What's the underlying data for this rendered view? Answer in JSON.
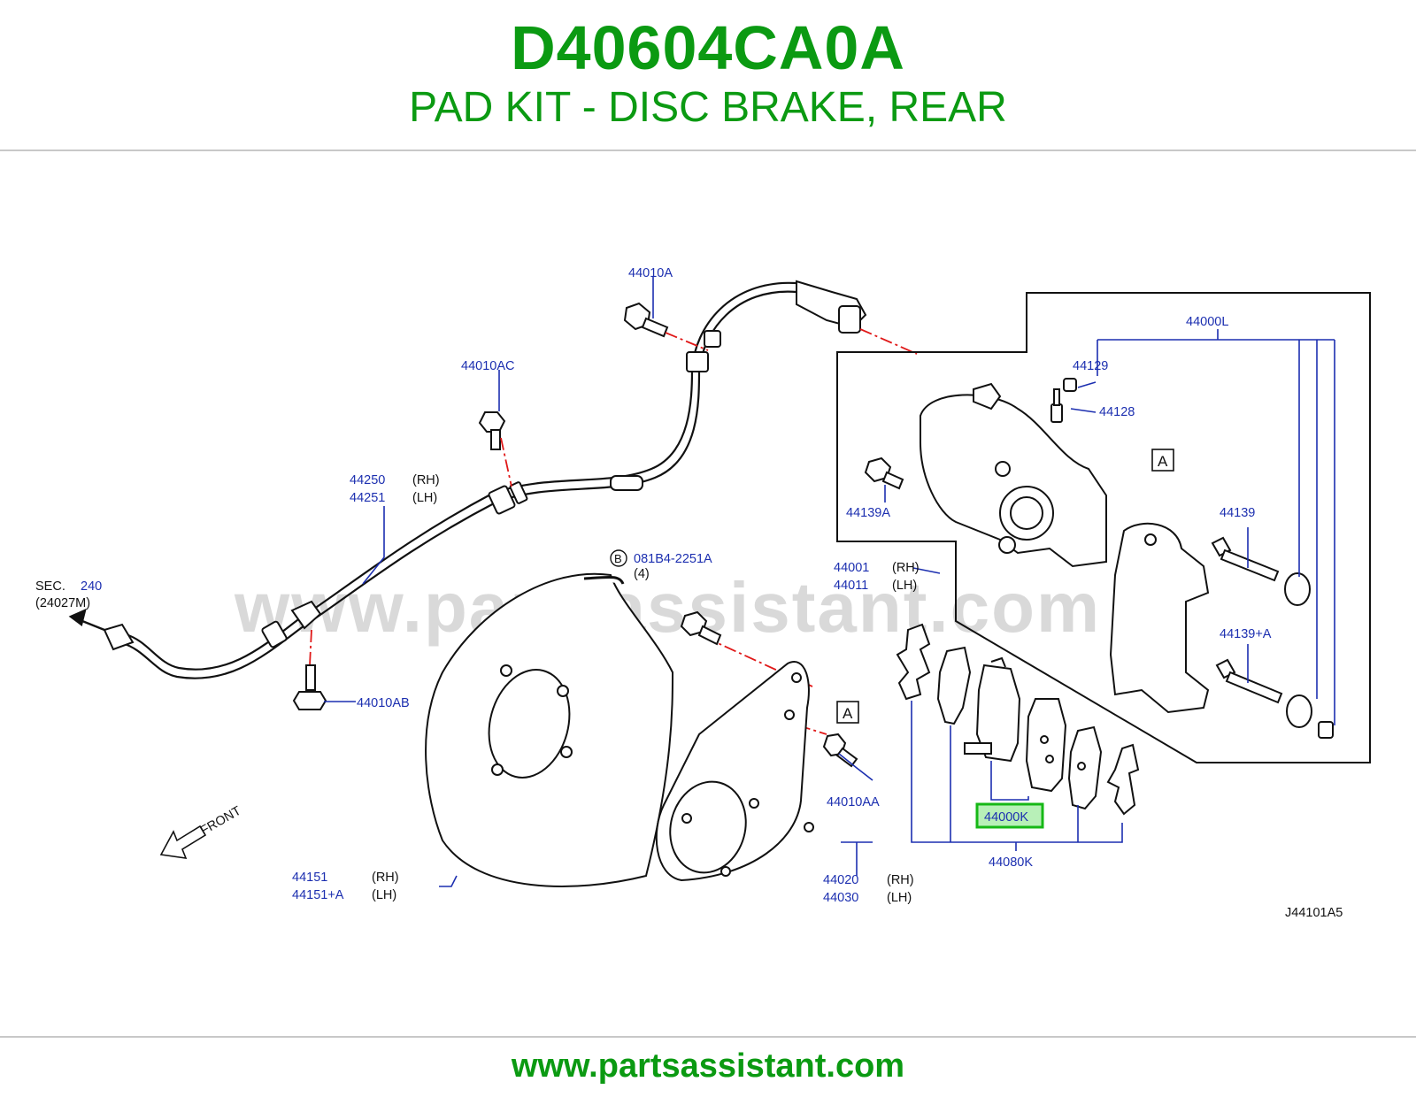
{
  "header": {
    "part_number": "D40604CA0A",
    "part_title": "PAD KIT - DISC BRAKE, REAR"
  },
  "footer": {
    "url": "www.partsassistant.com"
  },
  "watermark": "www.partsassistant.com",
  "colors": {
    "brand_green": "#0b9a12",
    "label_blue": "#1c2fb0",
    "highlight_green": "#16b816",
    "highlight_fill": "#b8f0b8",
    "leader_red": "#e01818"
  },
  "diagram": {
    "ref_code": "J44101A5",
    "front_label": "FRONT",
    "sec": {
      "prefix": "SEC.",
      "number": "240",
      "ref": "(24027M)"
    },
    "callouts": [
      {
        "id": "44010A",
        "text": "44010A"
      },
      {
        "id": "44010AC",
        "text": "44010AC"
      },
      {
        "id": "44250",
        "text": "44250",
        "side": "(RH)"
      },
      {
        "id": "44251",
        "text": "44251",
        "side": "(LH)"
      },
      {
        "id": "44010AB",
        "text": "44010AB"
      },
      {
        "id": "081B4",
        "text": "081B4-2251A",
        "circle": "B",
        "qty": "(4)"
      },
      {
        "id": "44151",
        "text": "44151",
        "side": "(RH)"
      },
      {
        "id": "44151A",
        "text": "44151+A",
        "side": "(LH)"
      },
      {
        "id": "44010AA",
        "text": "44010AA"
      },
      {
        "id": "44020",
        "text": "44020",
        "side": "(RH)"
      },
      {
        "id": "44030",
        "text": "44030",
        "side": "(LH)"
      },
      {
        "id": "44000L",
        "text": "44000L"
      },
      {
        "id": "44129",
        "text": "44129"
      },
      {
        "id": "44128",
        "text": "44128"
      },
      {
        "id": "44139A",
        "text": "44139A"
      },
      {
        "id": "44139",
        "text": "44139"
      },
      {
        "id": "44139pA",
        "text": "44139+A"
      },
      {
        "id": "44001",
        "text": "44001",
        "side": "(RH)"
      },
      {
        "id": "44011",
        "text": "44011",
        "side": "(LH)"
      },
      {
        "id": "44000K",
        "text": "44000K",
        "highlighted": true
      },
      {
        "id": "44080K",
        "text": "44080K"
      }
    ],
    "ref_box_letter": "A"
  }
}
